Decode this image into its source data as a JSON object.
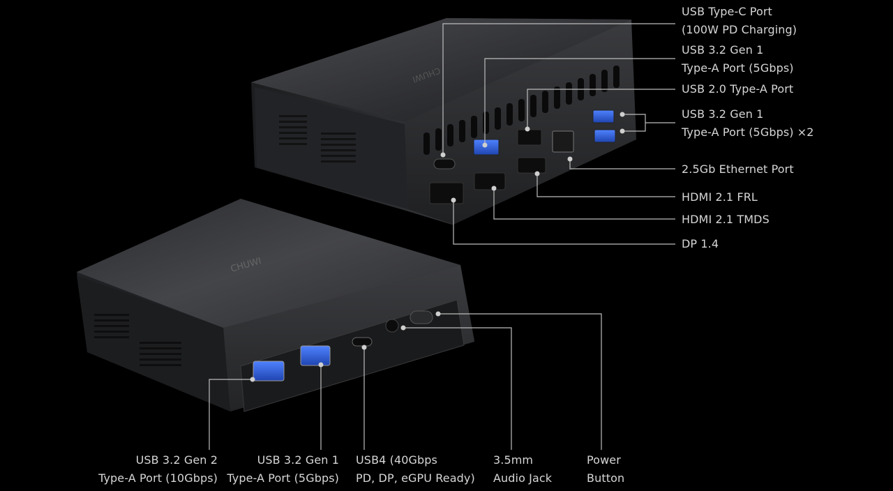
{
  "product": {
    "brand_mark_top": "CHUWI",
    "brand_mark_bottom": "CHUWI"
  },
  "rear_ports": [
    {
      "id": "usbc-rear",
      "lines": [
        "USB Type-C Port",
        "(100W PD Charging)"
      ]
    },
    {
      "id": "usb32-rear",
      "lines": [
        "USB 3.2 Gen 1",
        "Type-A Port (5Gbps)"
      ]
    },
    {
      "id": "usb20-rear",
      "lines": [
        "USB 2.0 Type-A Port"
      ]
    },
    {
      "id": "usb32x2-rear",
      "lines": [
        "USB 3.2 Gen 1",
        "Type-A Port (5Gbps) ×2"
      ]
    },
    {
      "id": "ethernet",
      "lines": [
        "2.5Gb Ethernet Port"
      ]
    },
    {
      "id": "hdmi-frl",
      "lines": [
        "HDMI 2.1 FRL"
      ]
    },
    {
      "id": "hdmi-tmds",
      "lines": [
        "HDMI 2.1 TMDS"
      ]
    },
    {
      "id": "dp",
      "lines": [
        "DP 1.4"
      ]
    }
  ],
  "front_ports": [
    {
      "id": "usb32g2-front",
      "lines": [
        "USB 3.2 Gen 2",
        "Type-A Port (10Gbps)"
      ]
    },
    {
      "id": "usb32g1-front",
      "lines": [
        "USB 3.2 Gen 1",
        "Type-A Port (5Gbps)"
      ]
    },
    {
      "id": "usb4-front",
      "lines": [
        "USB4 (40Gbps",
        "PD, DP, eGPU Ready)"
      ]
    },
    {
      "id": "audio",
      "lines": [
        "3.5mm",
        "Audio Jack"
      ]
    },
    {
      "id": "power",
      "lines": [
        "Power",
        "Button"
      ]
    }
  ],
  "colors": {
    "background": "#000000",
    "label_text": "#d6d6d6",
    "callout_line": "#bdbdbd",
    "usb_blue": "#2f5fd8",
    "chassis": "#3a3b3e"
  }
}
